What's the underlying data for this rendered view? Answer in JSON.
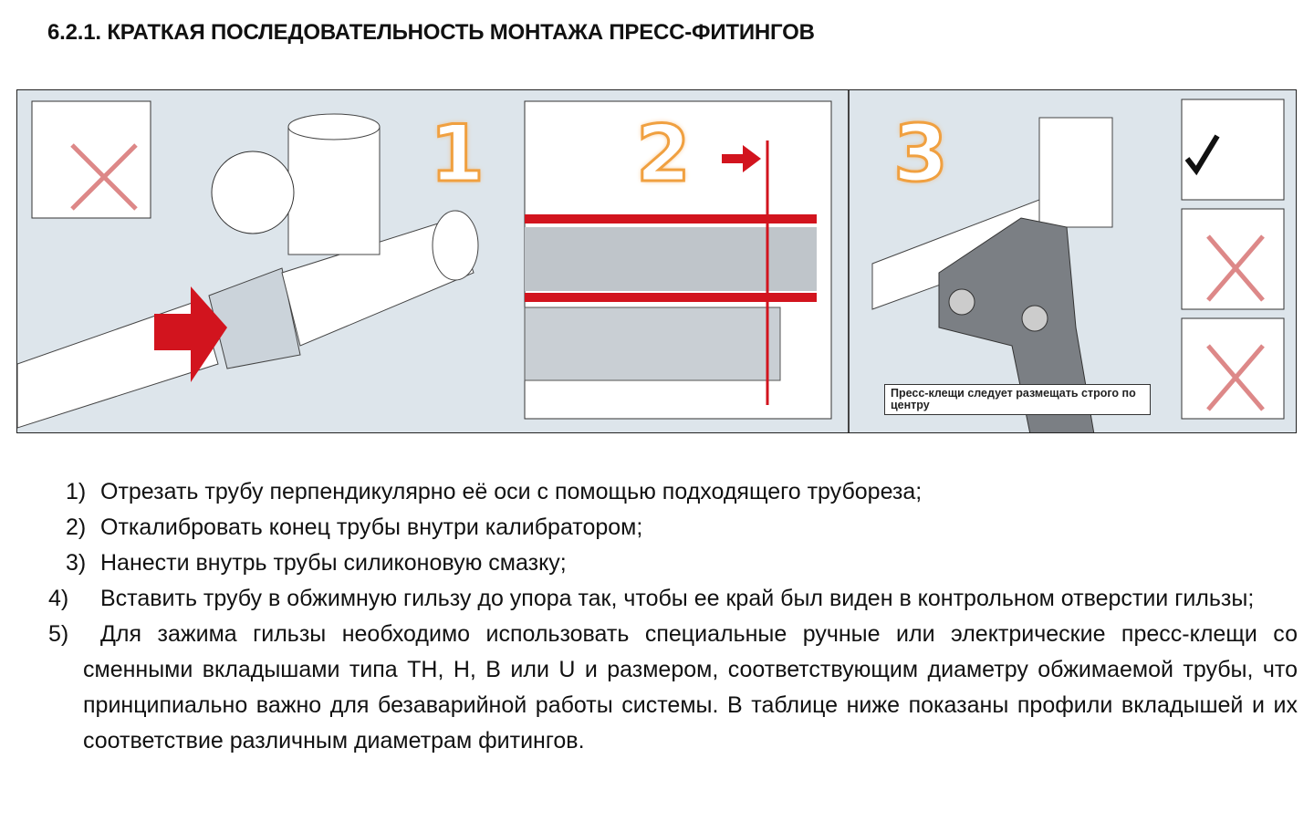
{
  "title": "6.2.1. КРАТКАЯ ПОСЛЕДОВАТЕЛЬНОСТЬ МОНТАЖА ПРЕСС-ФИТИНГОВ",
  "figure": {
    "steps": [
      "1",
      "2",
      "3"
    ],
    "caption": "Пресс-клещи следует размещать строго по центру",
    "colors": {
      "accent_red": "#d2141e",
      "step_number_outline": "#f0a040",
      "background": "#dde5eb"
    }
  },
  "steps": [
    {
      "n": "1)",
      "text": "Отрезать трубу перпендикулярно её оси с помощью подходящего трубореза;"
    },
    {
      "n": "2)",
      "text": "Откалибровать конец трубы внутри калибратором;"
    },
    {
      "n": "3)",
      "text": "Нанести внутрь трубы силиконовую смазку;"
    },
    {
      "n": "4)",
      "text": "Вставить трубу в обжимную гильзу до упора так, чтобы ее край был виден в контрольном отверстии гильзы;"
    },
    {
      "n": "5)",
      "text": "Для зажима гильзы необходимо использовать специальные ручные или электрические пресс-клещи со сменными вкладышами типа TH, H, B или U и размером, соответствующим диаметру обжимаемой трубы, что принципиально важно для безаварийной работы системы. В таблице ниже показаны профили вкладышей и их соответствие различным диаметрам фитингов."
    }
  ]
}
